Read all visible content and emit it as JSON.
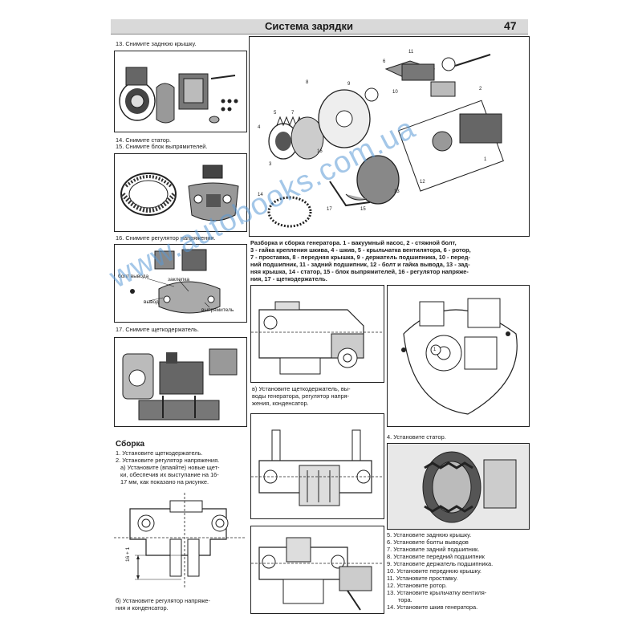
{
  "header": {
    "title": "Система зарядки",
    "page_number": "47"
  },
  "left": {
    "step13": "13. Снимите заднюю крышку.",
    "step14": "14. Снимите статор.",
    "step15": "15. Снимите блок выпрямителей.",
    "step16": "16. Снимите регулятор напряжения.",
    "fig16_labels": {
      "bolt": "болт вывода",
      "latch": "заклепка",
      "output": "вывод",
      "rectifier": "выпрямитель"
    },
    "step17": "17. Снимите щеткодержатель.",
    "assembly_heading": "Сборка",
    "assembly_steps": [
      "1. Установите щеткодержатель.",
      "2. Установите регулятор напряжения.",
      "а) Установите (впаяйте) новые щет-",
      "ки, обеспечив их выступание на 16-",
      "17 мм, как показано на рисунке."
    ],
    "dim_label": "16 + 1",
    "step_b": [
      "б) Установите регулятор напряже-",
      "ния и конденсатор."
    ]
  },
  "right": {
    "exploded_numbers": [
      "1",
      "2",
      "3",
      "4",
      "5",
      "6",
      "7",
      "8",
      "9",
      "10",
      "11",
      "12",
      "13",
      "14",
      "15",
      "16",
      "17"
    ],
    "caption_lines": [
      "Разборка и сборка генератора. 1 - вакуумный насос, 2 - стяжной болт,",
      "3 - гайка крепления шкива, 4 - шкив, 5 - крыльчатка вентилятора, 6 - ротор,",
      "7 - проставка, 8 - передняя крышка, 9 - держатель подшипника, 10 - перед-",
      "ний подшипник, 11 - задний подшипник, 12 - болт и гайка вывода, 13 - зад-",
      "няя крышка, 14 - статор, 15 - блок выпрямителей, 16 - регулятор напряже-",
      "ния, 17 - щеткодержатель."
    ],
    "step_v": [
      "в) Установите щеткодержатель, вы-",
      "воды генератора, регулятор напря-",
      "жения, конденсатор."
    ],
    "step4": "4. Установите статор.",
    "circle_marker": "1",
    "final_steps": [
      "5. Установите заднюю крышку.",
      "6. Установите болты выводов",
      "7. Установите задний подшипник.",
      "8. Установите передний подшипник",
      "9. Установите держатель подшипника.",
      "10. Установите переднюю крышку.",
      "11. Установите проставку.",
      "12. Установите ротор.",
      "13. Установите крыльчатку вентиля-",
      "тора.",
      "14. Установите шкив генератора."
    ]
  },
  "watermark": "www.autobooks.com.ua"
}
